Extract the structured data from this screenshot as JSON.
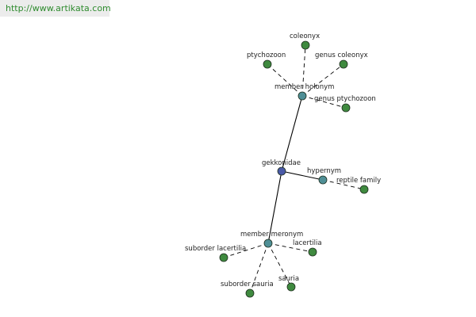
{
  "site": {
    "url": "http://www.artikata.com"
  },
  "colors": {
    "background": "#ffffff",
    "url_text": "#2e8b2e",
    "url_bar": "#ececec",
    "edge": "#000000",
    "center_node": "#4a5aa8",
    "relation_node": "#4f8f96",
    "leaf_node": "#3f8a3f",
    "node_stroke": "#1e2e1e"
  },
  "graph": {
    "center": {
      "label": "gekkonidae"
    },
    "relations": [
      {
        "key": "member-holonym",
        "label": "member holonym",
        "leaves": [
          "coleonyx",
          "ptychozoon",
          "genus coleonyx",
          "genus ptychozoon"
        ]
      },
      {
        "key": "hypernym",
        "label": "hypernym",
        "leaves": [
          "reptile family"
        ]
      },
      {
        "key": "member-meronym",
        "label": "member meronym",
        "leaves": [
          "suborder lacertilia",
          "lacertilia",
          "suborder sauria",
          "sauria"
        ]
      }
    ]
  }
}
